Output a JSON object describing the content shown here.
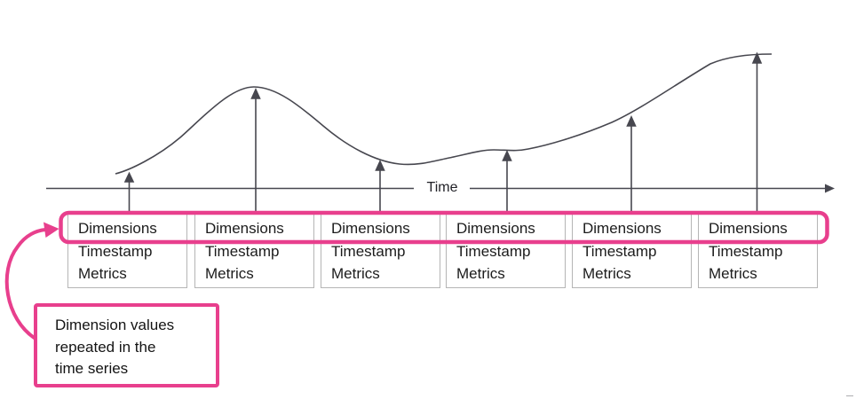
{
  "axis": {
    "label": "Time"
  },
  "records": {
    "count": 6,
    "fields": {
      "dimensions": "Dimensions",
      "timestamp": "Timestamp",
      "metrics": "Metrics"
    }
  },
  "annotation": {
    "line1": "Dimension values",
    "line2": "repeated in the",
    "line3": "time series"
  },
  "colors": {
    "accent_pink": "#e83f8d",
    "diagram_stroke": "#47474f",
    "record_border": "#b5b5b5",
    "text": "#1c1c1c"
  }
}
